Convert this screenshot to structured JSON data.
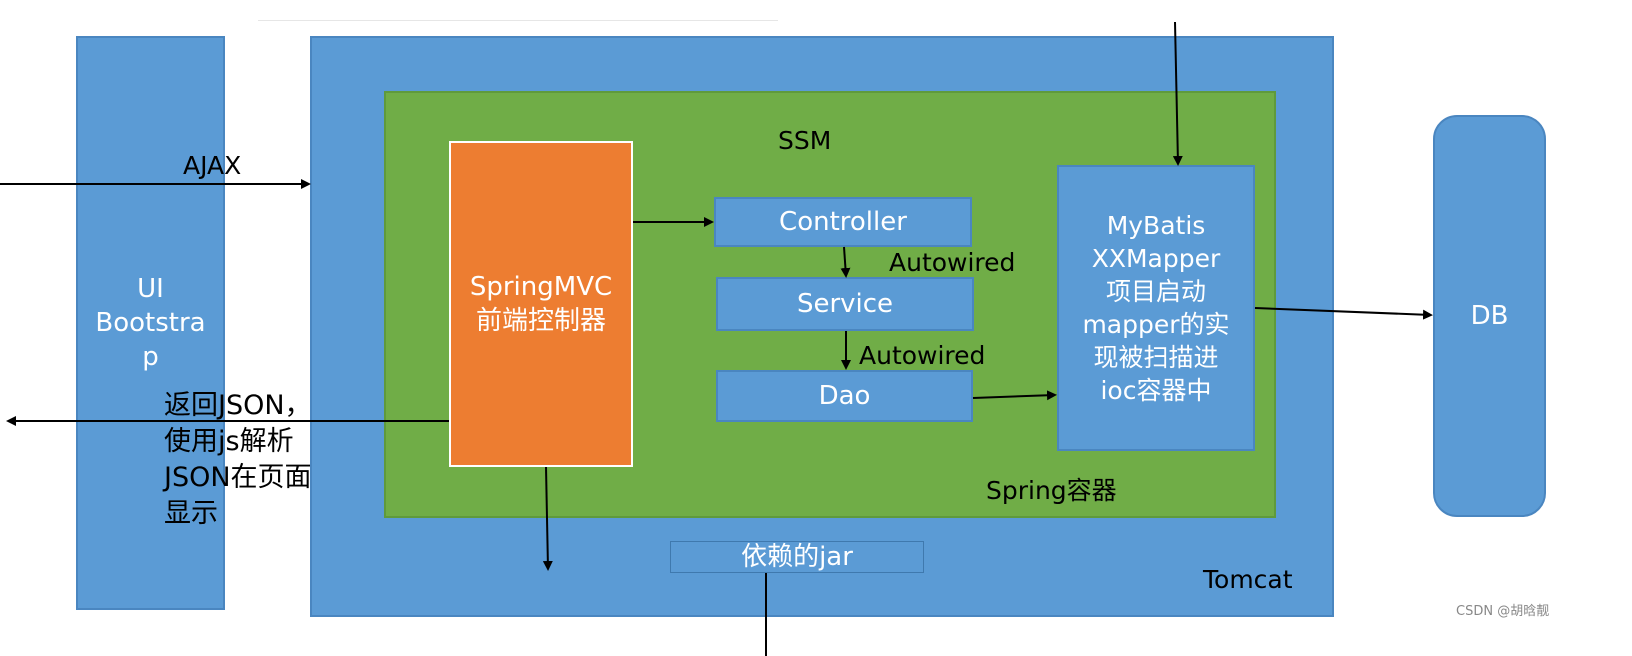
{
  "ui": {
    "lines": [
      "UI",
      "Bootstra",
      "p"
    ]
  },
  "ajax_label": "AJAX",
  "return_note": {
    "lines": [
      "返回JSON，",
      "使用js解析",
      "JSON在页面",
      "显示"
    ]
  },
  "tomcat": {
    "label": "Tomcat"
  },
  "ssm": {
    "label": "SSM"
  },
  "spring_container": {
    "label": "Spring容器"
  },
  "springmvc": {
    "lines": [
      "SpringMVC",
      "前端控制器"
    ]
  },
  "controller": {
    "label": "Controller"
  },
  "service": {
    "label": "Service"
  },
  "dao": {
    "label": "Dao"
  },
  "autowired_1": "Autowired",
  "autowired_2": "Autowired",
  "mybatis": {
    "lines": [
      "MyBatis",
      "XXMapper",
      "项目启动",
      "mapper的实",
      "现被扫描进",
      "ioc容器中"
    ]
  },
  "db": {
    "label": "DB"
  },
  "jar": {
    "label": "依赖的jar"
  },
  "watermark": "CSDN @胡晗靓",
  "colors": {
    "blue": "#5b9bd5",
    "green": "#70ad47",
    "orange": "#ed7d31",
    "arrow": "#000000"
  }
}
